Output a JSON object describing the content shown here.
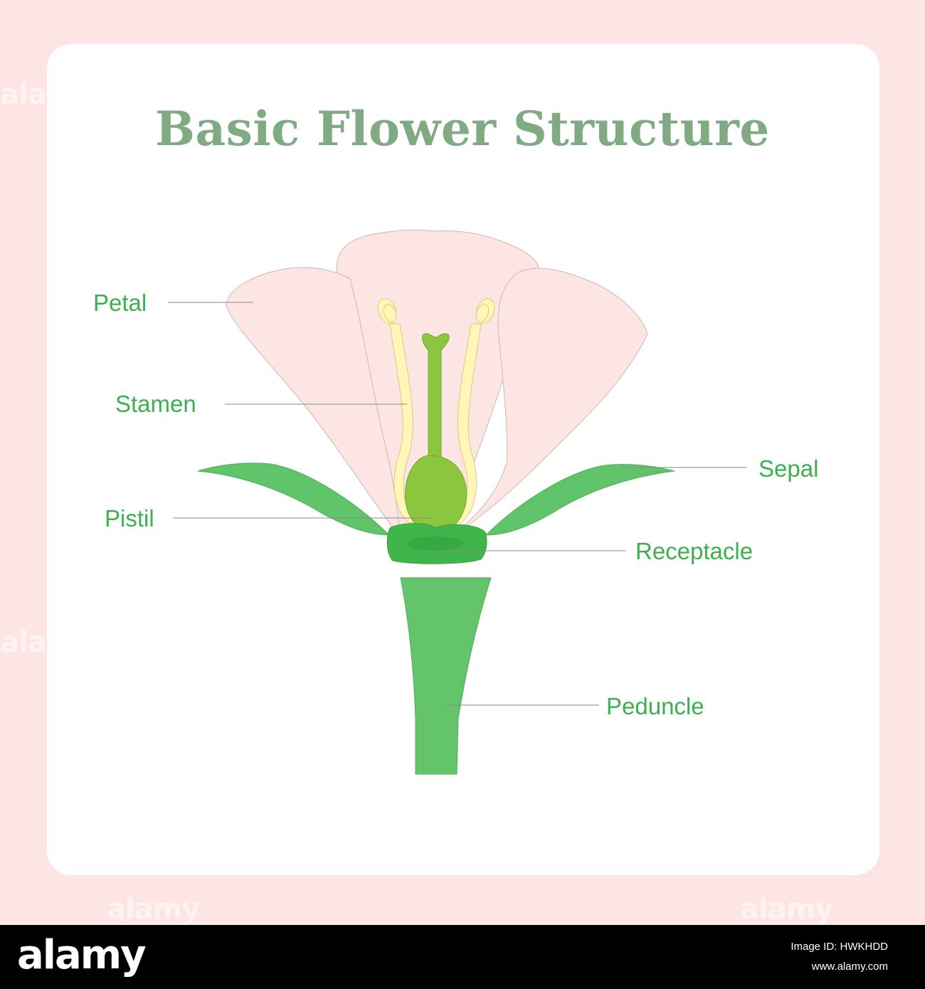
{
  "title": "Basic Flower Structure",
  "labels": {
    "petal": "Petal",
    "stamen": "Stamen",
    "pistil": "Pistil",
    "sepal": "Sepal",
    "receptacle": "Receptacle",
    "peduncle": "Peduncle"
  },
  "colors": {
    "background": "#fde5e3",
    "card": "#ffffff",
    "title": "#7faa82",
    "label": "#3cb04e",
    "petal_fill": "#fde5e3",
    "sepal_fill": "#5fc46a",
    "stem_fill": "#64c46c",
    "receptacle_fill": "#3fb54a",
    "ovary_fill": "#8cc63f",
    "stamen_fill": "#fff6b8",
    "leader_line": "#888888"
  },
  "footer": {
    "brand": "alamy",
    "image_id": "Image ID: HWKHDD",
    "site": "www.alamy.com"
  },
  "watermark_text": "alamy"
}
